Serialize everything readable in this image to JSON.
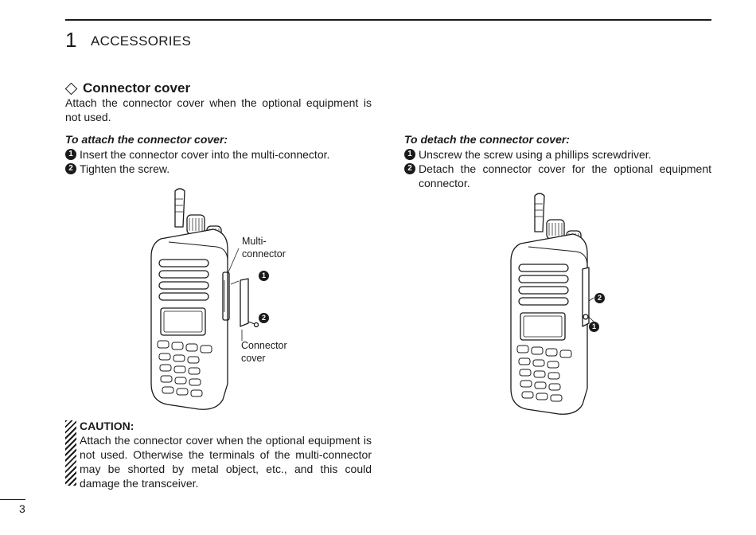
{
  "header": {
    "chapter_number": "1",
    "chapter_title": "ACCESSORIES"
  },
  "section": {
    "title": "Connector cover",
    "intro": "Attach the connector cover when the optional equipment is not used."
  },
  "attach": {
    "heading": "To attach the connector cover:",
    "steps": [
      {
        "marker": "1",
        "text": "Insert the connector cover into the multi-connector."
      },
      {
        "marker": "2",
        "text": "Tighten the screw."
      }
    ]
  },
  "detach": {
    "heading": "To detach the connector cover:",
    "steps": [
      {
        "marker": "1",
        "text": "Unscrew the screw using a phillips screwdriver."
      },
      {
        "marker": "2",
        "text": "Detach the connector cover for the optional equipment connector."
      }
    ]
  },
  "figure_left": {
    "label_multi_line1": "Multi-",
    "label_multi_line2": "connector",
    "label_cover_line1": "Connector",
    "label_cover_line2": "cover",
    "marker1": "1",
    "marker2": "2"
  },
  "figure_right": {
    "marker1": "1",
    "marker2": "2"
  },
  "caution": {
    "title": "CAUTION:",
    "text": "Attach the connector cover when the optional equipment is not used. Otherwise the terminals of the multi-connector may be shorted by metal object, etc., and this could damage the transceiver."
  },
  "footer": {
    "page_number": "3"
  }
}
